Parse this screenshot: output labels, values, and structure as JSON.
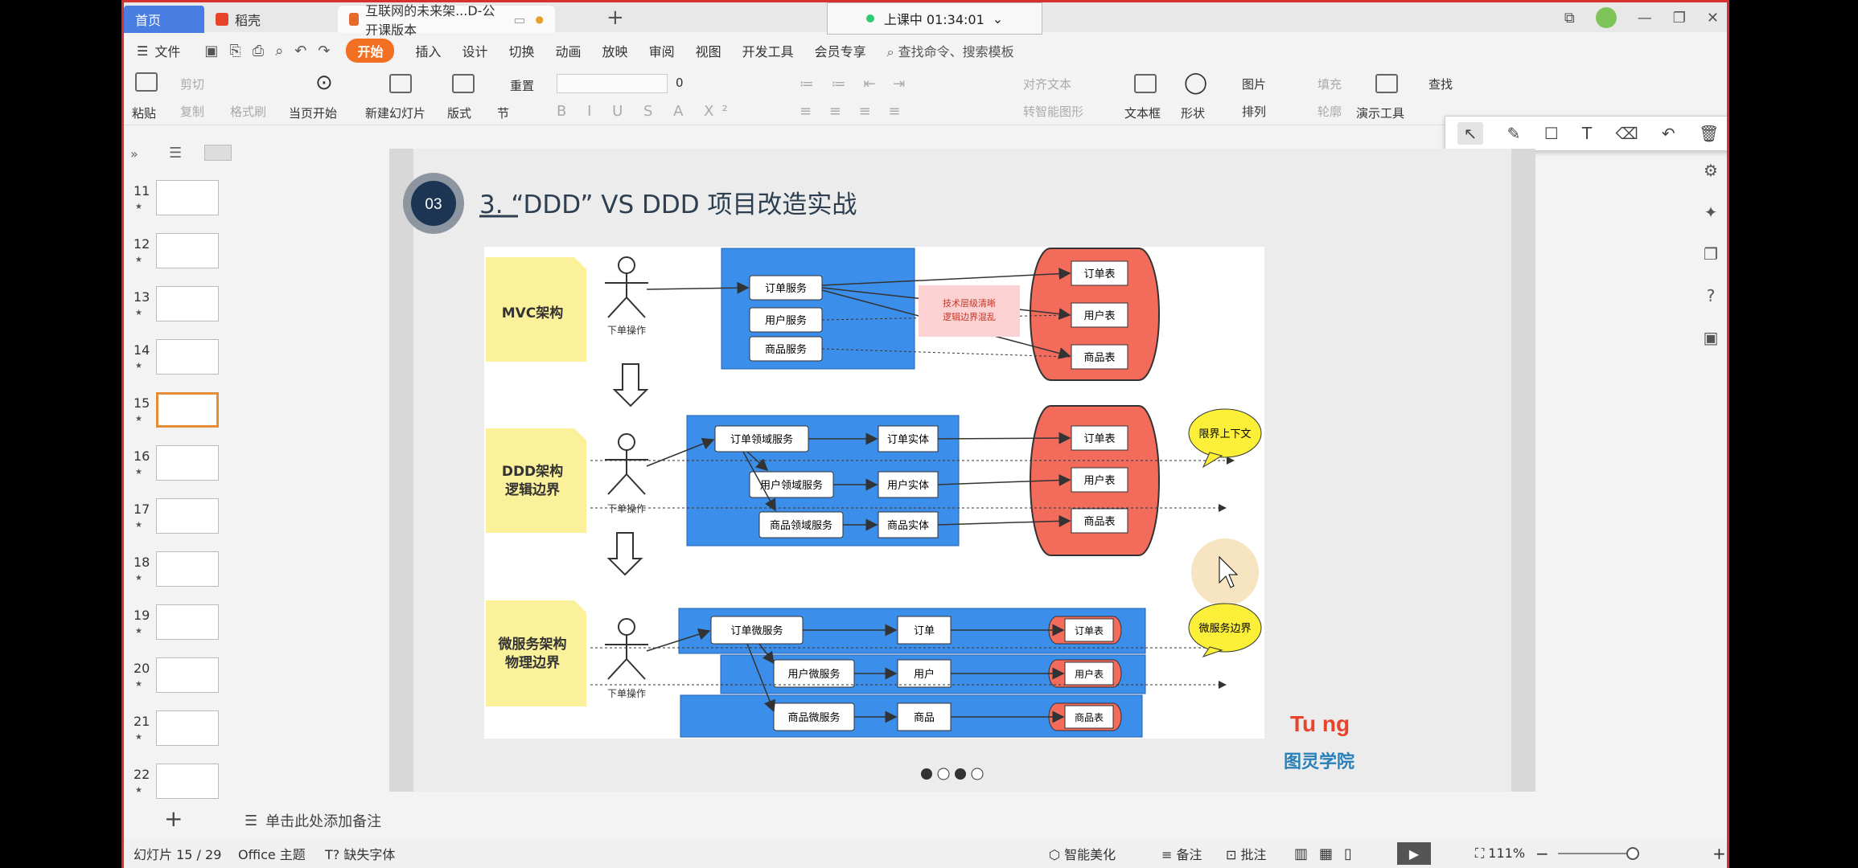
{
  "tabs": {
    "home": "首页",
    "wps": "稻壳",
    "doc": "互联网的未来架...D-公开课版本"
  },
  "live": {
    "status": "上课中 01:34:01"
  },
  "menu": {
    "file": "文件",
    "items": [
      "开始",
      "插入",
      "设计",
      "切换",
      "动画",
      "放映",
      "审阅",
      "视图",
      "开发工具",
      "会员专享"
    ],
    "search_placeholder": "查找命令、搜索模板"
  },
  "ribbon": {
    "paste": "粘贴",
    "cut": "剪切",
    "copy": "复制",
    "format_painter": "格式刷",
    "from_current": "当页开始",
    "new_slide": "新建幻灯片",
    "layout": "版式",
    "section": "节",
    "reset": "重置",
    "font_size": "0",
    "align_text": "对齐文本",
    "smart_shape": "转智能图形",
    "textbox": "文本框",
    "shape": "形状",
    "picture": "图片",
    "arrange": "排列",
    "fill": "填充",
    "outline": "轮廓",
    "present_tools": "演示工具",
    "find": "查找"
  },
  "slides": {
    "numbers": [
      "11",
      "12",
      "13",
      "14",
      "15",
      "16",
      "17",
      "18",
      "19",
      "20",
      "21",
      "22"
    ],
    "selected": "15"
  },
  "slide": {
    "section_num": "03",
    "title": "3. “DDD” VS DDD 项目改造实战",
    "labels": {
      "mvc": "MVC架构",
      "ddd1": "DDD架构",
      "ddd2": "逻辑边界",
      "ms1": "微服务架构",
      "ms2": "物理边界"
    },
    "actor": "下单操作",
    "mvc_services": [
      "订单服务",
      "用户服务",
      "商品服务"
    ],
    "tables": [
      "订单表",
      "用户表",
      "商品表"
    ],
    "ddd_services": [
      "订单领域服务",
      "用户领域服务",
      "商品领域服务"
    ],
    "ddd_entities": [
      "订单实体",
      "用户实体",
      "商品实体"
    ],
    "ms_services": [
      "订单微服务",
      "用户微服务",
      "商品微服务"
    ],
    "ms_entities": [
      "订单",
      "用户",
      "商品"
    ],
    "note_pink": "技术层级清晰\n逻辑边界混乱",
    "bubble_context": "限界上下文",
    "bubble_ms": "微服务边界",
    "logo_en": "Tu ng",
    "logo_cn": "图灵学院"
  },
  "notes": {
    "placeholder": "单击此处添加备注"
  },
  "status": {
    "slide_counter": "幻灯片 15 / 29",
    "theme": "Office 主题",
    "missing_font": "缺失字体",
    "beautify": "智能美化",
    "notes": "备注",
    "comments": "批注",
    "zoom": "111%"
  },
  "colors": {
    "accent": "#f36f21",
    "blue_box": "#3b8eea",
    "db_red": "#f36b5b",
    "sticky_yellow": "#fbf19a",
    "tab_blue": "#4a7de2"
  }
}
